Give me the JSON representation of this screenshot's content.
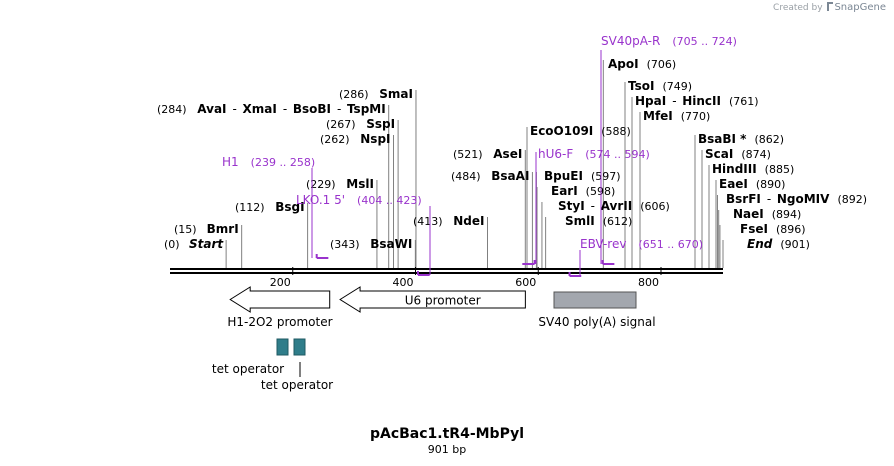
{
  "credit": {
    "text": "Created by",
    "brand": "SnapGene"
  },
  "plasmid": {
    "name": "pAcBac1.tR4-MbPyl",
    "size_text": "901 bp",
    "length": 901
  },
  "colors": {
    "primer": "#9933cc",
    "feature_gray": "#a3a7ae",
    "operator": "#2f7d8a",
    "line": "#000000"
  },
  "ruler_ticks": [
    {
      "pos": 200,
      "label": "200"
    },
    {
      "pos": 400,
      "label": "400"
    },
    {
      "pos": 600,
      "label": "600"
    },
    {
      "pos": 800,
      "label": "800"
    }
  ],
  "enzymes": [
    {
      "name": "Start",
      "pos_text": "(0)",
      "side": "left",
      "italic": true,
      "site": 0
    },
    {
      "name": "BmrI",
      "pos_text": "(15)",
      "side": "left",
      "site": 15
    },
    {
      "name": "BsgI",
      "pos_text": "(112)",
      "side": "left",
      "site": 112
    },
    {
      "name": "MslI",
      "pos_text": "(229)",
      "side": "left",
      "site": 229
    },
    {
      "name": "NspI",
      "pos_text": "(262)",
      "side": "left",
      "site": 262
    },
    {
      "name": "SspI",
      "pos_text": "(267)",
      "side": "left",
      "site": 267
    },
    {
      "name": "AvaI",
      "pos_text": "(284)",
      "side": "left",
      "site": 284,
      "extra": [
        "XmaI",
        "BsoBI",
        "TspMI"
      ]
    },
    {
      "name": "SmaI",
      "pos_text": "(286)",
      "side": "left",
      "site": 286
    },
    {
      "name": "BsaWI",
      "pos_text": "(343)",
      "side": "left",
      "site": 343
    },
    {
      "name": "NdeI",
      "pos_text": "(413)",
      "side": "left",
      "site": 413
    },
    {
      "name": "BsaAI",
      "pos_text": "(484)",
      "side": "left",
      "site": 484
    },
    {
      "name": "AseI",
      "pos_text": "(521)",
      "side": "left",
      "site": 521
    },
    {
      "name": "EcoO109I",
      "pos_text": "(588)",
      "side": "right",
      "site": 588
    },
    {
      "name": "BpuEI",
      "pos_text": "(597)",
      "side": "right",
      "site": 597
    },
    {
      "name": "EarI",
      "pos_text": "(598)",
      "side": "right",
      "site": 598
    },
    {
      "name": "StyI",
      "pos_text": "(606)",
      "side": "right",
      "site": 606,
      "extra": [
        "AvrII"
      ]
    },
    {
      "name": "SmlI",
      "pos_text": "(612)",
      "side": "right",
      "site": 612
    },
    {
      "name": "ApoI",
      "pos_text": "(706)",
      "side": "right",
      "site": 706
    },
    {
      "name": "TsoI",
      "pos_text": "(749)",
      "side": "right",
      "site": 749
    },
    {
      "name": "HpaI",
      "pos_text": "(761)",
      "side": "right",
      "site": 761,
      "extra": [
        "HincII"
      ]
    },
    {
      "name": "MfeI",
      "pos_text": "(770)",
      "side": "right",
      "site": 770
    },
    {
      "name": "BsaBI *",
      "pos_text": "(862)",
      "side": "right",
      "site": 862
    },
    {
      "name": "ScaI",
      "pos_text": "(874)",
      "side": "right",
      "site": 874
    },
    {
      "name": "HindIII",
      "pos_text": "(885)",
      "side": "right",
      "site": 885
    },
    {
      "name": "EaeI",
      "pos_text": "(890)",
      "side": "right",
      "site": 890
    },
    {
      "name": "BsrFI",
      "pos_text": "(892)",
      "side": "right",
      "site": 892,
      "extra": [
        "NgoMIV"
      ]
    },
    {
      "name": "NaeI",
      "pos_text": "(894)",
      "side": "right",
      "site": 894
    },
    {
      "name": "FseI",
      "pos_text": "(896)",
      "side": "right",
      "site": 896
    },
    {
      "name": "End",
      "pos_text": "(901)",
      "side": "right",
      "italic": true,
      "site": 901
    }
  ],
  "primers": [
    {
      "name": "H1",
      "range_text": "(239 .. 258)",
      "start": 239,
      "end": 258,
      "direction": "reverse"
    },
    {
      "name": "LKO.1 5'",
      "range_text": "(404 .. 423)",
      "start": 404,
      "end": 423,
      "direction": "reverse"
    },
    {
      "name": "hU6-F",
      "range_text": "(574 .. 594)",
      "start": 574,
      "end": 594,
      "direction": "forward"
    },
    {
      "name": "EBV-rev",
      "range_text": "(651 .. 670)",
      "start": 651,
      "end": 670,
      "direction": "reverse"
    },
    {
      "name": "SV40pA-R",
      "range_text": "(705 .. 724)",
      "start": 705,
      "end": 724,
      "direction": "reverse"
    }
  ],
  "features": [
    {
      "name": "H1-2O2 promoter",
      "type": "arrow-left",
      "start": 173,
      "end": 270
    },
    {
      "name": "U6 promoter",
      "type": "arrow-left",
      "start": 339,
      "end": 579,
      "label_inside": true
    },
    {
      "name": "SV40 poly(A) signal",
      "type": "box",
      "start": 588,
      "end": 723
    },
    {
      "name": "tet operator",
      "type": "operator",
      "start": 174,
      "end": 193
    },
    {
      "name": "tet operator",
      "type": "operator",
      "start": 200,
      "end": 219
    }
  ]
}
